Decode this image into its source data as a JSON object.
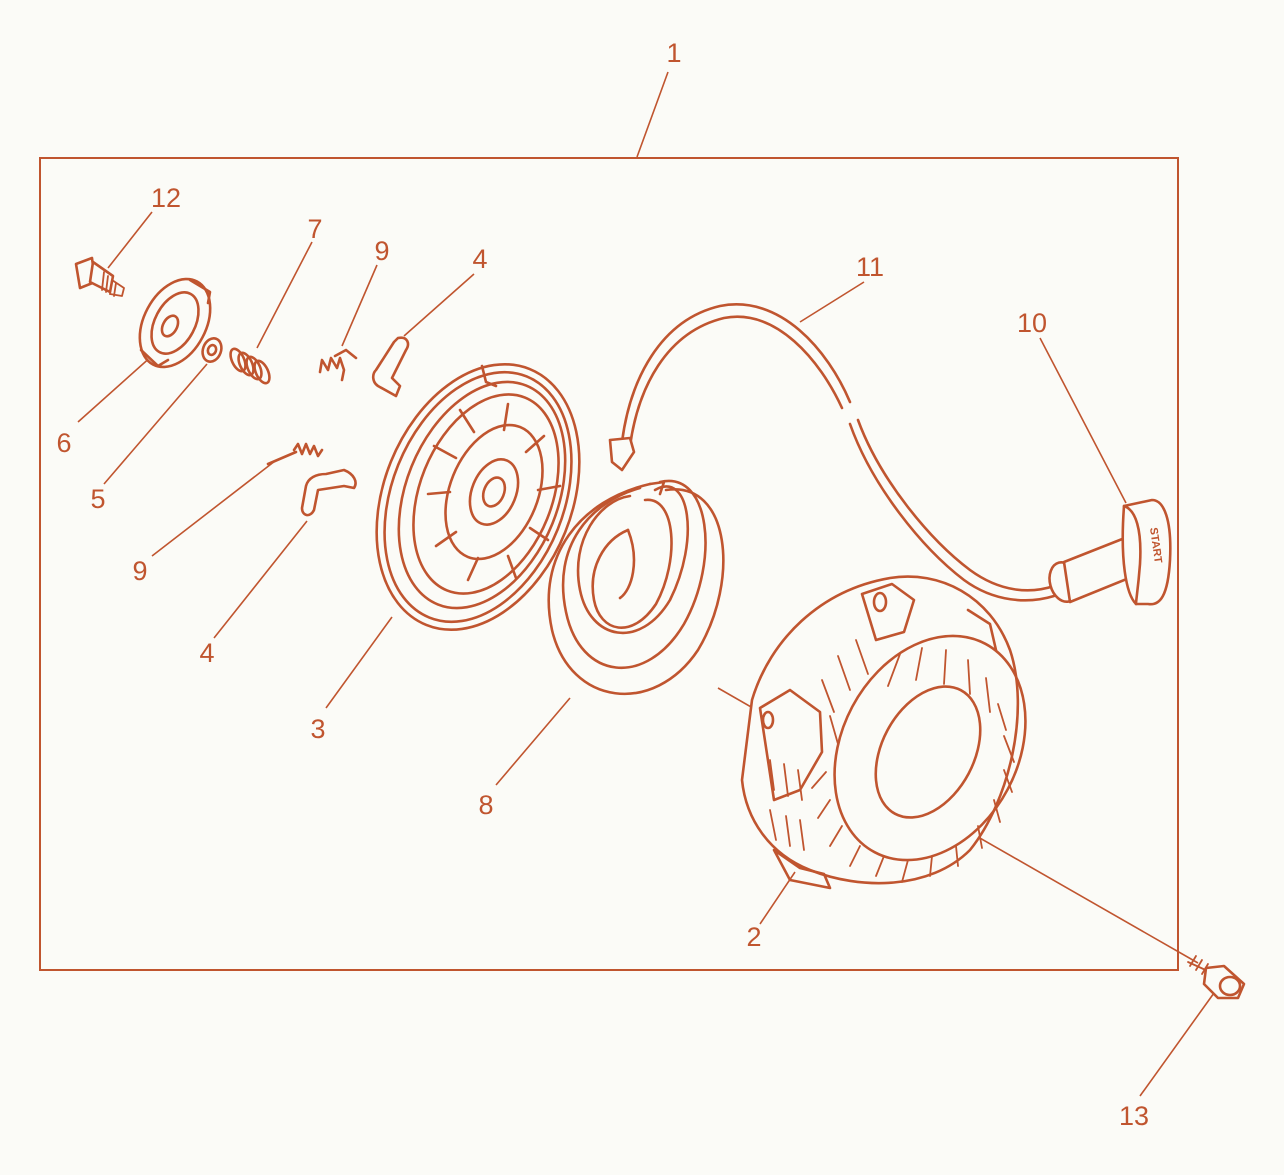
{
  "diagram": {
    "colors": {
      "line": "#c0552f",
      "background": "#fbfbf7"
    },
    "handle_text": "START",
    "callouts": [
      {
        "id": "c1",
        "text": "1"
      },
      {
        "id": "c2",
        "text": "2"
      },
      {
        "id": "c3",
        "text": "3"
      },
      {
        "id": "c4a",
        "text": "4"
      },
      {
        "id": "c4b",
        "text": "4"
      },
      {
        "id": "c5",
        "text": "5"
      },
      {
        "id": "c6",
        "text": "6"
      },
      {
        "id": "c7",
        "text": "7"
      },
      {
        "id": "c8",
        "text": "8"
      },
      {
        "id": "c9a",
        "text": "9"
      },
      {
        "id": "c9b",
        "text": "9"
      },
      {
        "id": "c10",
        "text": "10"
      },
      {
        "id": "c11",
        "text": "11"
      },
      {
        "id": "c12",
        "text": "12"
      },
      {
        "id": "c13",
        "text": "13"
      }
    ]
  }
}
